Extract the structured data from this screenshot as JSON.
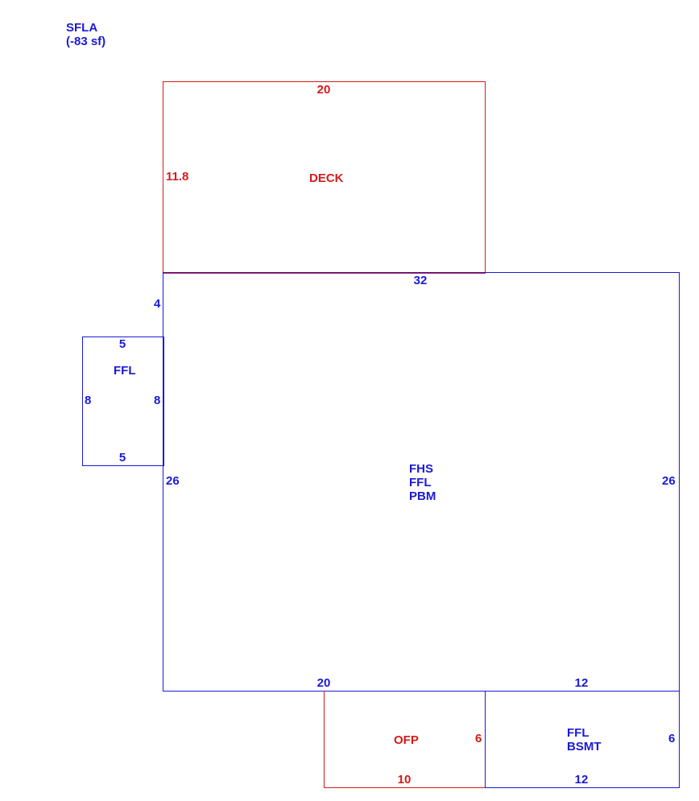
{
  "header": {
    "line1": "SFLA",
    "line2": "(-83 sf)"
  },
  "deck": {
    "label": "DECK",
    "top": "20",
    "left": "11.8"
  },
  "main": {
    "lines": [
      "FHS",
      "FFL",
      "PBM"
    ],
    "top": "32",
    "left_upper": "4",
    "left_lower": "26",
    "right": "26",
    "bottom_left": "20",
    "bottom_right": "12"
  },
  "side": {
    "label": "FFL",
    "top": "5",
    "bottom": "5",
    "left": "8",
    "right": "8"
  },
  "ofp": {
    "label": "OFP",
    "right": "6",
    "bottom": "10"
  },
  "bsmt": {
    "lines": [
      "FFL",
      "BSMT"
    ],
    "right": "6",
    "bottom": "12"
  },
  "colors": {
    "blue": "#1a1ad6",
    "red": "#d61a1a"
  }
}
